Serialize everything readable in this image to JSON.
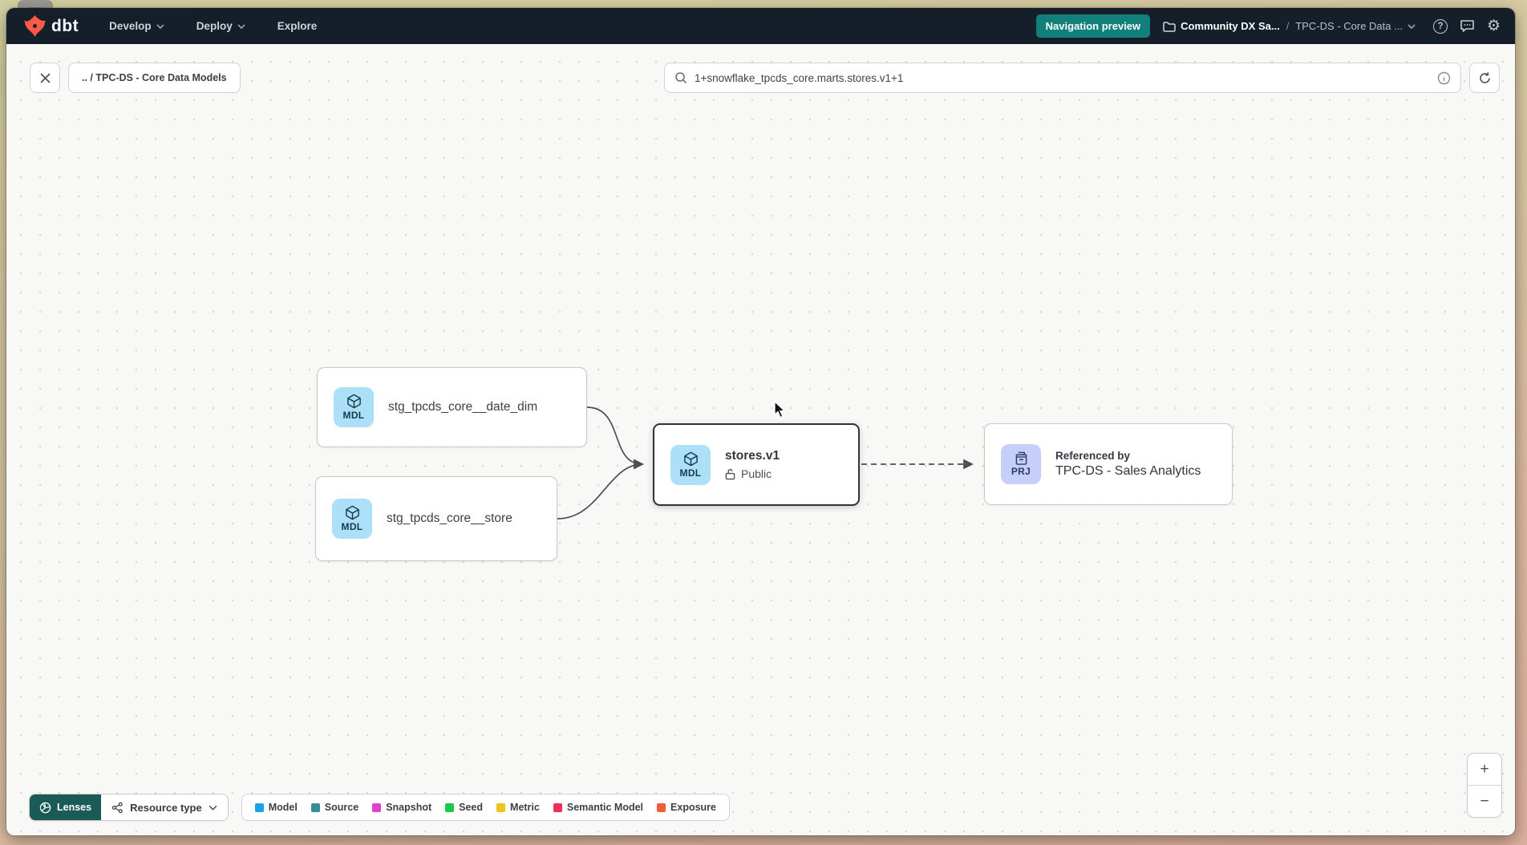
{
  "navbar": {
    "logo_text": "dbt",
    "menus": [
      {
        "label": "Develop"
      },
      {
        "label": "Deploy"
      },
      {
        "label": "Explore"
      }
    ],
    "preview_badge": "Navigation preview",
    "breadcrumb": {
      "project": "Community DX Sa...",
      "separator": "/",
      "section": "TPC-DS - Core Data ..."
    }
  },
  "icons": {
    "gear": "⚙",
    "help": "?",
    "zoom_in": "+",
    "zoom_out": "−"
  },
  "toolbar": {
    "breadcrumb_chip": ".. / TPC-DS - Core Data Models",
    "search_value": "1+snowflake_tpcds_core.marts.stores.v1+1"
  },
  "graph": {
    "nodes": [
      {
        "id": "stg_tpcds_core__date_dim",
        "badge": "MDL",
        "label": "stg_tpcds_core__date_dim"
      },
      {
        "id": "stg_tpcds_core__store",
        "badge": "MDL",
        "label": "stg_tpcds_core__store"
      },
      {
        "id": "stores_v1",
        "badge": "MDL",
        "label": "stores.v1",
        "sublabel": "Public",
        "selected": true
      },
      {
        "id": "tpcds_sales_analytics",
        "badge": "PRJ",
        "label": "TPC-DS - Sales Analytics",
        "sublabel": "Referenced by"
      }
    ]
  },
  "footer": {
    "lenses_label": "Lenses",
    "resource_type_label": "Resource type",
    "legend": [
      {
        "label": "Model",
        "color": "#1ea0e4"
      },
      {
        "label": "Source",
        "color": "#388d92"
      },
      {
        "label": "Snapshot",
        "color": "#e23fd0"
      },
      {
        "label": "Seed",
        "color": "#1bc94a"
      },
      {
        "label": "Metric",
        "color": "#eec41c"
      },
      {
        "label": "Semantic Model",
        "color": "#ea3158"
      },
      {
        "label": "Exposure",
        "color": "#f05b3b"
      }
    ]
  }
}
